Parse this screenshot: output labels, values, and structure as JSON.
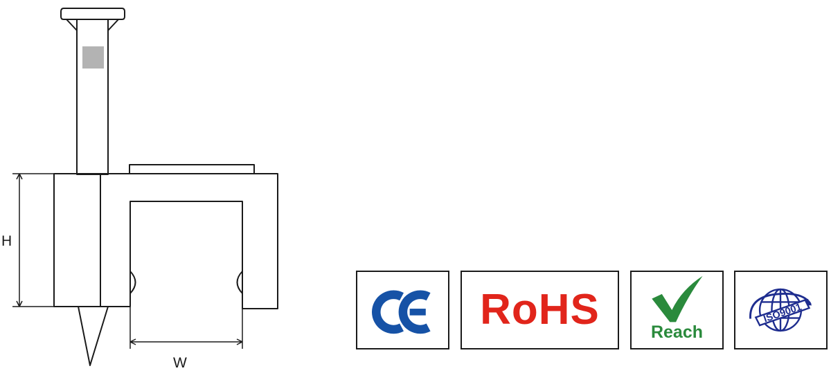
{
  "dimensions": {
    "height_label": "H",
    "width_label": "W"
  },
  "certifications": [
    {
      "id": "ce",
      "text": "CE",
      "color": "#1652a6"
    },
    {
      "id": "rohs",
      "text": "RoHS",
      "color": "#e1251b"
    },
    {
      "id": "reach",
      "text": "Reach",
      "color": "#2a8a3c",
      "icon": "checkmark-icon"
    },
    {
      "id": "iso",
      "text": "ISO9001",
      "color": "#1e2d8f",
      "icon": "globe-icon"
    }
  ]
}
